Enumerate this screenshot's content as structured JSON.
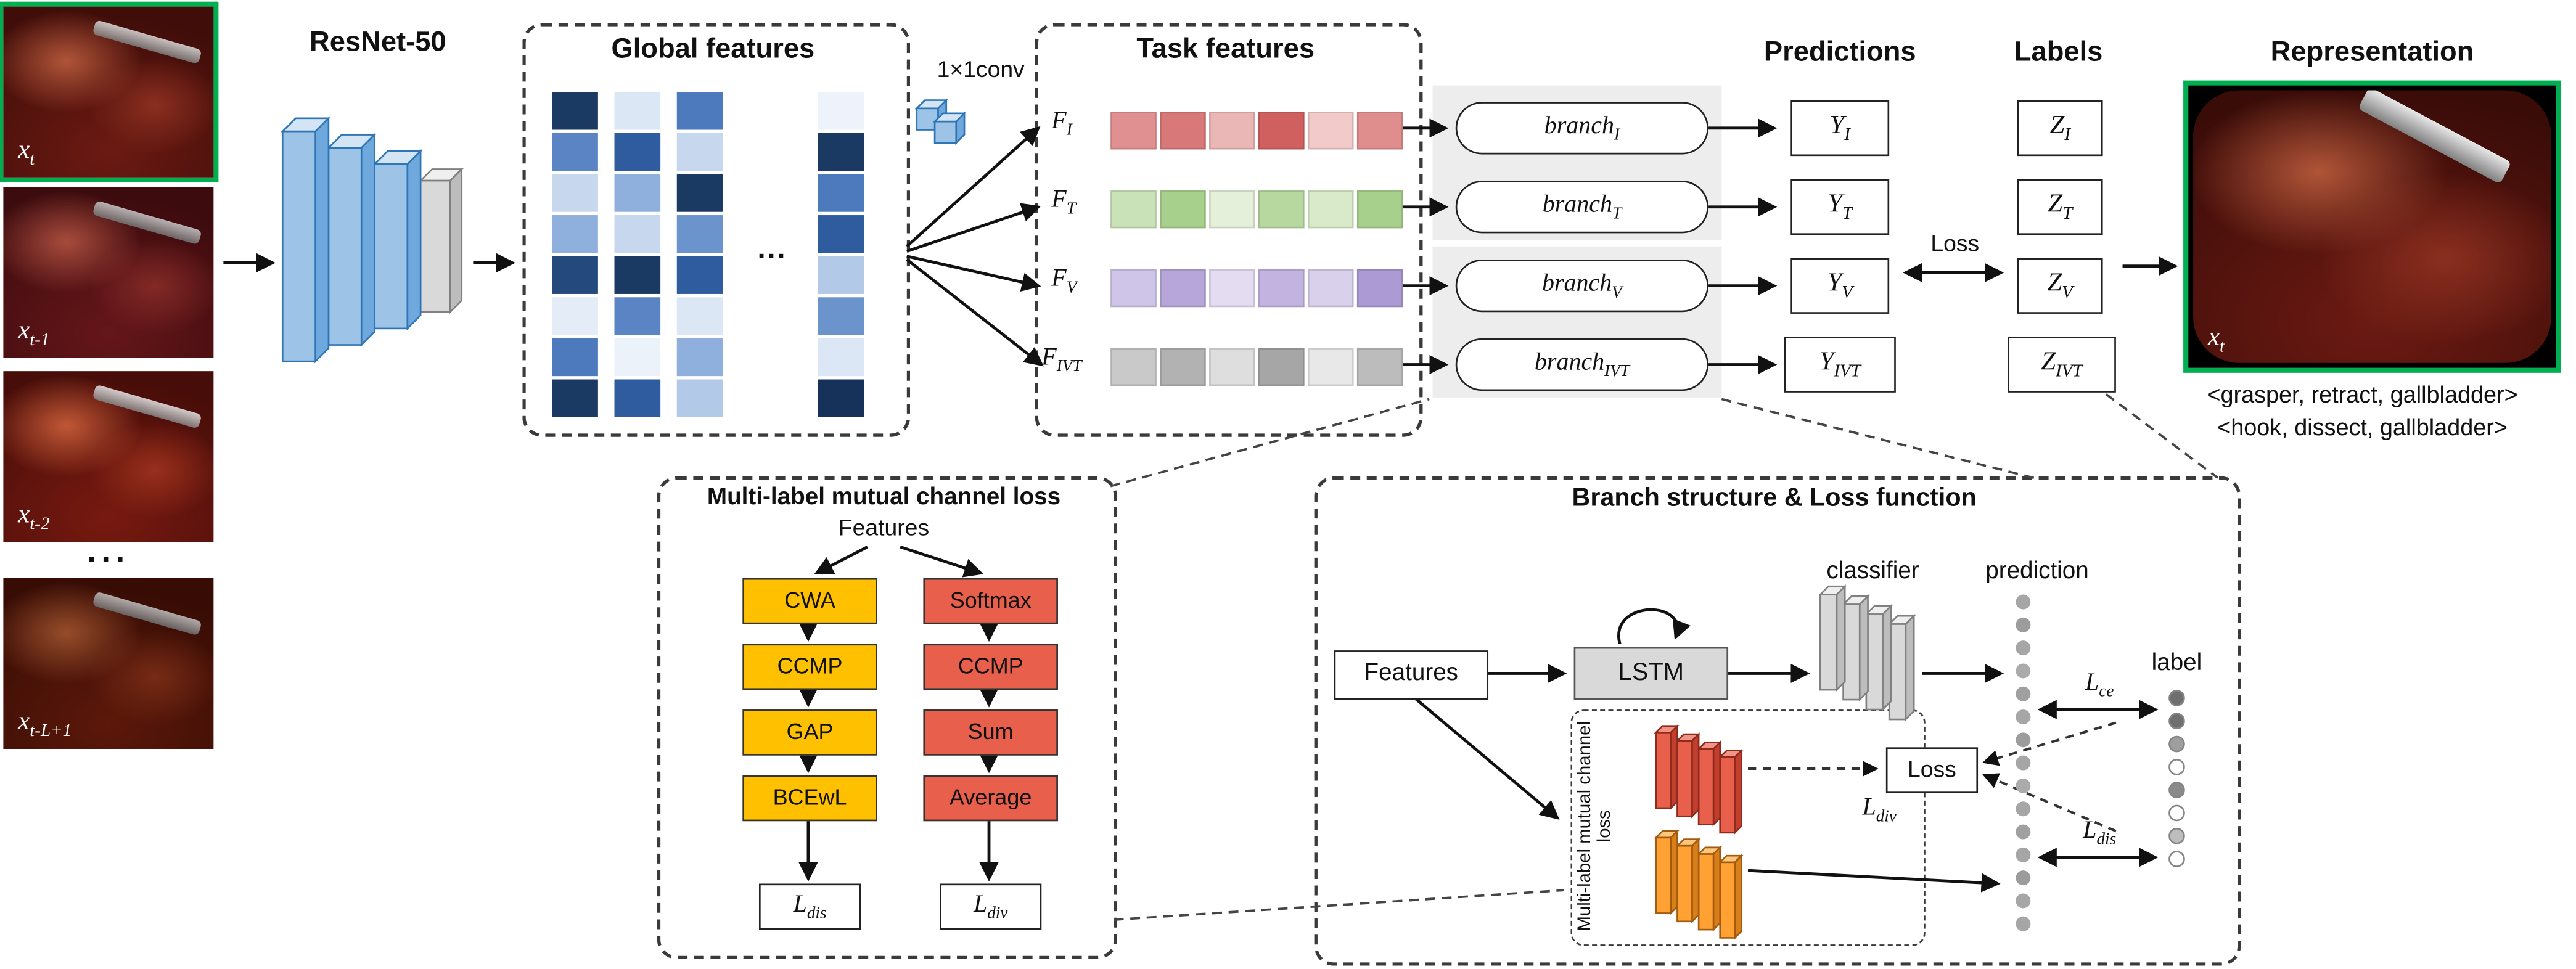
{
  "colors": {
    "accent_green": "#00b050",
    "box_dash": "#3a3a3a",
    "panel_gray": "#ededed",
    "lstm_gray": "#d9d9d9",
    "chain_orange": "#ffc000",
    "chain_red": "#e8604c",
    "blue_face": "#9dc3e6",
    "blue_top": "#d3e5f5",
    "blue_side": "#6fa8dc",
    "blue_edge": "#2e75b6",
    "gray_face": "#d9d9d9",
    "gray_top": "#efefef",
    "gray_side": "#bdbdbd",
    "gray_edge": "#808080",
    "red_face": "#e8604c",
    "red_top": "#f19485",
    "red_side": "#c23f2d",
    "red_edge": "#8f2b1d",
    "orange_face": "#ffa133",
    "orange_top": "#ffc77d",
    "orange_side": "#d97f1a",
    "orange_edge": "#a35b0f",
    "pred_dot": "#a6a6a6"
  },
  "input_stack": {
    "base": "x",
    "frames": [
      {
        "sub": "t"
      },
      {
        "sub": "t-1"
      },
      {
        "sub": "t-2"
      },
      {
        "sub": "t-L+1"
      }
    ],
    "ellipsis": "···"
  },
  "backbone": {
    "title": "ResNet-50"
  },
  "global_features": {
    "title": "Global features",
    "ellipsis": "···",
    "columns": [
      [
        "#1b3a63",
        "#5b84c4",
        "#c7d7ee",
        "#8fb0dc",
        "#24497c",
        "#e3ecf7",
        "#4d79bd",
        "#1b3a63"
      ],
      [
        "#dce7f5",
        "#2e5c9e",
        "#8fb0dc",
        "#c7d7ee",
        "#1b3a63",
        "#5b84c4",
        "#ecf2fa",
        "#2e5c9e"
      ],
      [
        "#4d79bd",
        "#c7d7ee",
        "#1b3a63",
        "#6b93cc",
        "#2e5c9e",
        "#dce7f5",
        "#8fb0dc",
        "#b3c9e8"
      ],
      [
        "#eef3fb",
        "#1b3a63",
        "#4d79bd",
        "#2e5c9e",
        "#b3c9e8",
        "#6b93cc",
        "#dce7f5",
        "#17325a"
      ]
    ]
  },
  "conv": {
    "label": "1×1conv"
  },
  "task_features": {
    "title": "Task features",
    "rows": [
      {
        "base": "F",
        "sub": "I",
        "cells": [
          "#e09090",
          "#d87878",
          "#eab6b6",
          "#d06060",
          "#f2caca",
          "#df8d8d"
        ]
      },
      {
        "base": "F",
        "sub": "T",
        "cells": [
          "#c9e2b8",
          "#a8d08d",
          "#e4f0da",
          "#b7d9a0",
          "#d8eac9",
          "#a8d08d"
        ]
      },
      {
        "base": "F",
        "sub": "V",
        "cells": [
          "#cfc5e8",
          "#b6a6d9",
          "#e4ddf2",
          "#c2b3e0",
          "#d9d0ec",
          "#ab9ad3"
        ]
      },
      {
        "base": "F",
        "sub": "IVT",
        "cells": [
          "#c9c9c9",
          "#b2b2b2",
          "#dedede",
          "#a6a6a6",
          "#e8e8e8",
          "#bcbcbc"
        ]
      }
    ]
  },
  "branches": [
    {
      "base": "branch",
      "sub": "I"
    },
    {
      "base": "branch",
      "sub": "T"
    },
    {
      "base": "branch",
      "sub": "V"
    },
    {
      "base": "branch",
      "sub": "IVT"
    }
  ],
  "predictions": {
    "title": "Predictions",
    "items": [
      {
        "base": "Y",
        "sub": "I"
      },
      {
        "base": "Y",
        "sub": "T"
      },
      {
        "base": "Y",
        "sub": "V"
      },
      {
        "base": "Y",
        "sub": "IVT"
      }
    ]
  },
  "loss_link": {
    "label": "Loss"
  },
  "labels_col": {
    "title": "Labels",
    "items": [
      {
        "base": "Z",
        "sub": "I"
      },
      {
        "base": "Z",
        "sub": "T"
      },
      {
        "base": "Z",
        "sub": "V"
      },
      {
        "base": "Z",
        "sub": "IVT"
      }
    ]
  },
  "representation": {
    "title": "Representation",
    "label_base": "x",
    "label_sub": "t",
    "captions": [
      "<grasper, retract, gallbladder>",
      "<hook, dissect, gallbladder>"
    ]
  },
  "mcloss": {
    "title": "Multi-label mutual channel loss",
    "features": "Features",
    "left": [
      "CWA",
      "CCMP",
      "GAP",
      "BCEwL"
    ],
    "right": [
      "Softmax",
      "CCMP",
      "Sum",
      "Average"
    ],
    "out_left": {
      "base": "L",
      "sub": "dis"
    },
    "out_right": {
      "base": "L",
      "sub": "div"
    }
  },
  "branch_detail": {
    "title": "Branch structure & Loss function",
    "features": "Features",
    "lstm": "LSTM",
    "classifier": "classifier",
    "prediction": "prediction",
    "label": "label",
    "loss": "Loss",
    "side_label": "Multi-label mutual channel loss",
    "l_ce": {
      "base": "L",
      "sub": "ce"
    },
    "l_div": {
      "base": "L",
      "sub": "div"
    },
    "l_dis": {
      "base": "L",
      "sub": "dis"
    },
    "prediction_dots": [
      "#a6a6a6",
      "#9c9c9c",
      "#a6a6a6",
      "#ababab",
      "#a0a0a0",
      "#a6a6a6",
      "#9c9c9c",
      "#a6a6a6",
      "#ababab",
      "#a6a6a6",
      "#a0a0a0",
      "#a6a6a6",
      "#9c9c9c",
      "#a6a6a6",
      "#a6a6a6"
    ],
    "label_dots": [
      "#6f6f6f",
      "#6f6f6f",
      "#9e9e9e",
      "#ffffff",
      "#8a8a8a",
      "#ffffff",
      "#bdbdbd",
      "#ffffff"
    ]
  }
}
